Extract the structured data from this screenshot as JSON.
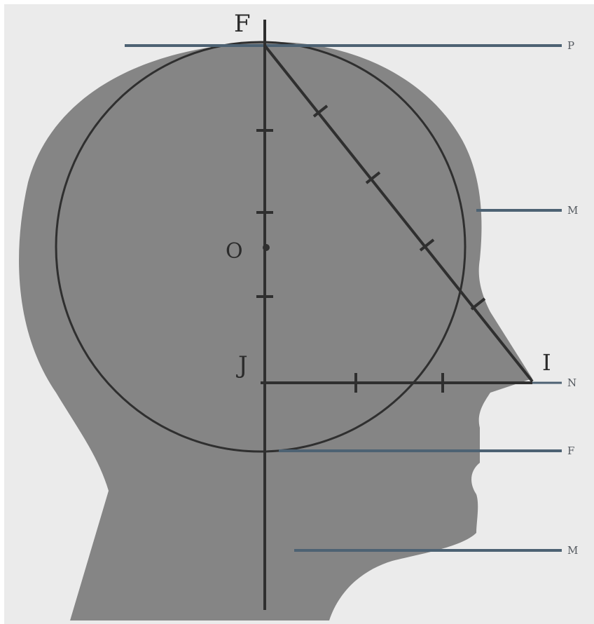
{
  "diagram": {
    "colors": {
      "background": "#ebebeb",
      "head": "#858585",
      "construction_line": "#2f2f2f",
      "guide_line": "#4d6273"
    },
    "point_labels": {
      "top": "F",
      "center": "O",
      "jaw": "J",
      "nose_tip": "I"
    },
    "side_labels": {
      "top": "P",
      "brow": "M",
      "nose": "N",
      "mouth": "F",
      "chin": "M"
    }
  }
}
